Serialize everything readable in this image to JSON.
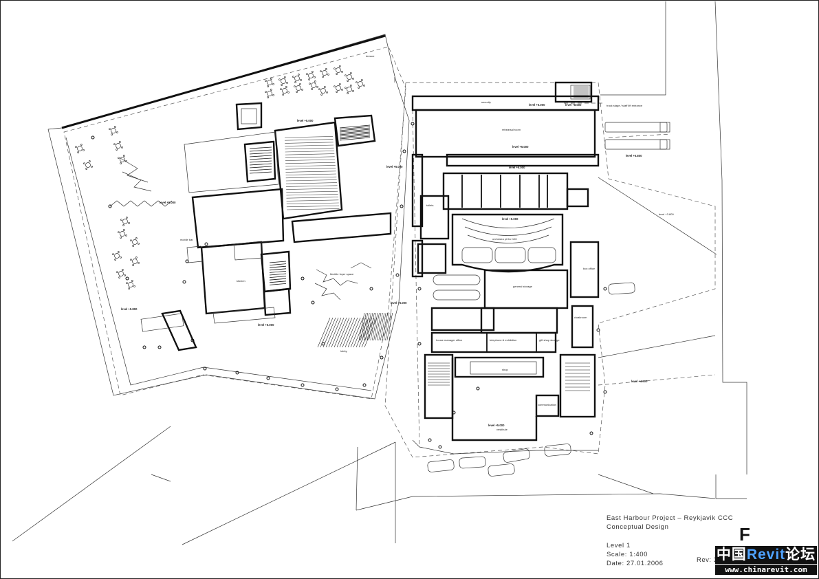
{
  "title_block": {
    "project": "East Harbour Project – Reykjavik CCC",
    "phase": "Conceptual Design",
    "level": "Level 1",
    "scale": "Scale: 1:400",
    "date": "Date: 27.01.2006",
    "revision": "Rev: 3"
  },
  "sheet_letter": "F",
  "watermark": {
    "chars_left": "中国",
    "brand": "Revit",
    "chars_right": "论坛",
    "url": "www.chinarevit.com"
  },
  "plan_labels": {
    "terrace": "terrace",
    "level_5000": "level +5.000",
    "level_5800": "level +5.800",
    "level_5800b": "level +5.800",
    "level_3800": "level +3.800",
    "level_4500": "level +4.500",
    "level_8000": "level +8.000",
    "level_5000b": "level +5.000",
    "level_5000c": "level +5.000",
    "level_5000d": "level +5.000",
    "level_5000e": "level +5.000",
    "level_5000f": "level +5.000",
    "level_5000g": "level +5.000",
    "level_5000h": "level +5.000",
    "level_5000i": "level +5.000",
    "level_5000j": "level +5.000",
    "lobby": "lobby",
    "kitchen": "kitchen",
    "rehearsal_room": "rehearsal room",
    "orchestra_pit": "orchestra pit for 100",
    "general_storage": "general storage",
    "shop": "shop",
    "vestibule": "vestibule",
    "security": "security",
    "truck_dock": "truck stage / staff lift entrance",
    "mobile_bar": "mobile bar",
    "flexible_foyer": "flexible foyer space",
    "box_office": "box office",
    "cloakroom": "cloakroom",
    "toilets": "toilets",
    "house_manager": "house manager office",
    "gift_shop": "gift shop storage",
    "telephone": "telephone & exhibition",
    "communication": "communication"
  },
  "icons": {
    "north_marker": "sheet-letter",
    "trucks": "truck-icon",
    "cars": "car-icon"
  }
}
